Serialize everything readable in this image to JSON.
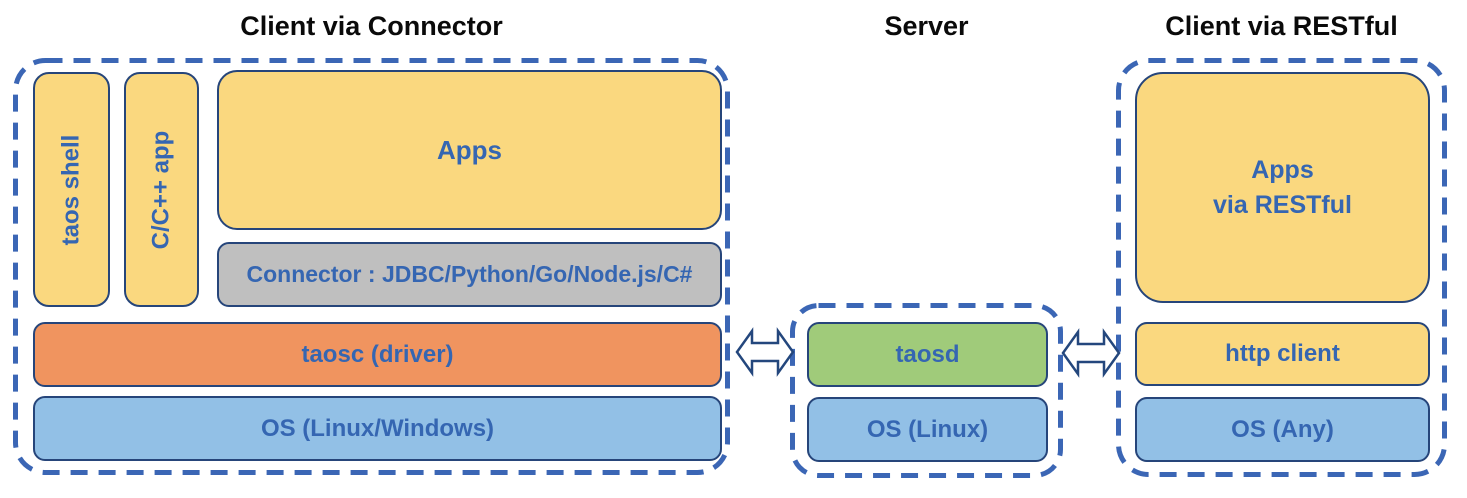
{
  "colors": {
    "background": "#FFFFFF",
    "dashed_border": "#3B66B5",
    "box_border": "#26457A",
    "label_text": "#3566B2",
    "title_text": "#0A0A0A",
    "yellow_fill": "#FAD87F",
    "gray_fill": "#BFBFBF",
    "orange_fill": "#F0945F",
    "blue_fill": "#92C0E6",
    "green_fill": "#A0CB7A",
    "arrow_fill": "#FFFFFF"
  },
  "panels": [
    {
      "title": "Client via Connector",
      "boxes": [
        {
          "label": "taos shell"
        },
        {
          "label": "C/C++ app"
        },
        {
          "label": "Apps"
        },
        {
          "label": "Connector : JDBC/Python/Go/Node.js/C#"
        },
        {
          "label": "taosc (driver)"
        },
        {
          "label": "OS (Linux/Windows)"
        }
      ]
    },
    {
      "title": "Server",
      "boxes": [
        {
          "label": "taosd"
        },
        {
          "label": "OS (Linux)"
        }
      ]
    },
    {
      "title": "Client via RESTful",
      "boxes": [
        {
          "label": "Apps\nvia RESTful"
        },
        {
          "label": "http client"
        },
        {
          "label": "OS (Any)"
        }
      ]
    }
  ],
  "connections": [
    {
      "icon": "double-arrow-icon",
      "from": "Client via Connector",
      "to": "Server"
    },
    {
      "icon": "double-arrow-icon",
      "from": "Server",
      "to": "Client via RESTful"
    }
  ]
}
